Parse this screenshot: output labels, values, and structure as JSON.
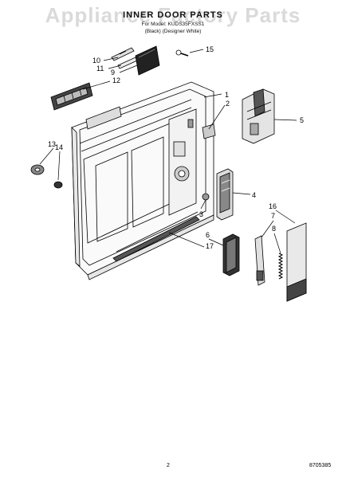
{
  "watermark": "Appliance Factory Parts",
  "header": {
    "title": "INNER DOOR PARTS",
    "subtitle_line1": "For Model: KUDS35FXSS1",
    "subtitle_line2": "(Black)      (Designer White)"
  },
  "callouts": [
    "1",
    "2",
    "3",
    "4",
    "5",
    "6",
    "7",
    "8",
    "9",
    "10",
    "11",
    "12",
    "13",
    "14",
    "15",
    "16",
    "17"
  ],
  "footer": {
    "page_number": "2",
    "document_number": "8705385"
  }
}
